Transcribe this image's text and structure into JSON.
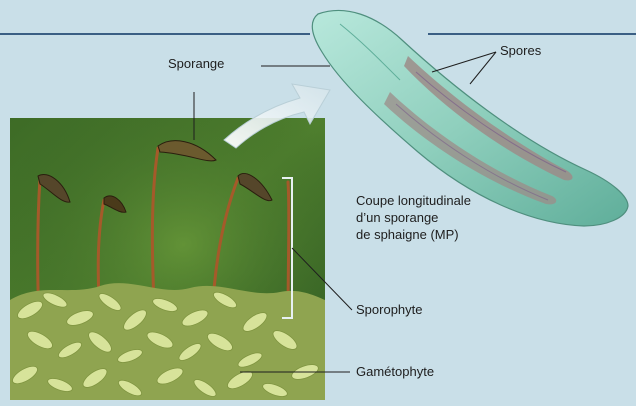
{
  "colors": {
    "background": "#c9dfe8",
    "rule_line": "#3a5f84",
    "photo_green_dark": "#2f5a22",
    "photo_green_mid": "#4f7f2e",
    "sporangium_tissue": "#8fcfbd",
    "spore_band": "#9c8c88",
    "stalk": "#a55a2a",
    "gametophyte_leaf": "#d7e39a",
    "arrow_fill": "#e8f1f3"
  },
  "labels": {
    "sporange": "Sporange",
    "spores": "Spores",
    "sporophyte": "Sporophyte",
    "gametophyte": "Gamétophyte"
  },
  "caption": {
    "line1": "Coupe longitudinale",
    "line2": "d’un sporange",
    "line3": "de sphaigne (MP)"
  }
}
